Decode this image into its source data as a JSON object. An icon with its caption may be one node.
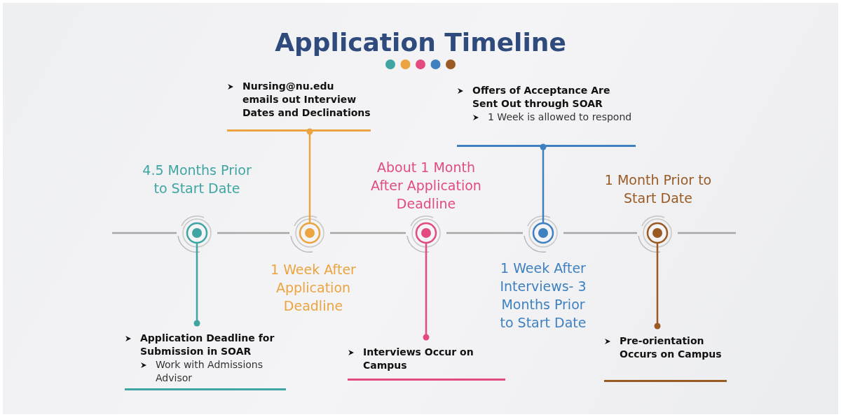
{
  "diagram": {
    "title": "Application Timeline",
    "nodes": [
      {
        "text": [],
        "shape": "circle",
        "beside": [
          "4.5 Months Prior to Start Date"
        ]
      },
      {
        "text": [
          "Application Deadline for Submission in SOAR",
          "Work with Admissions Advisor"
        ]
      },
      {
        "text": [],
        "shape": "circle",
        "beside": [
          "1 Week After Application Deadline"
        ]
      },
      {
        "text": [
          "Nursing@nu.edu emails out Interview Dates and Declinations"
        ]
      },
      {
        "text": [],
        "shape": "circle",
        "beside": [
          "About 1 Month After Application Deadline"
        ]
      },
      {
        "text": [
          "Interviews Occur on Campus"
        ]
      },
      {
        "text": [],
        "shape": "circle",
        "beside": [
          "1 Week After Interviews- 3 Months Prior to Start Date"
        ]
      },
      {
        "text": [
          "Offers of Acceptance Are Sent Out through SOAR",
          "1 Week is allowed to respond"
        ]
      },
      {
        "text": [],
        "shape": "circle",
        "beside": [
          "1 Month Prior to Start Date"
        ]
      },
      {
        "text": [
          "Pre-orientation Occurs on Campus"
        ]
      }
    ],
    "edges": [
      {
        "from": 0,
        "to": 2,
        "arrow": "none",
        "color": "#a6a6a6"
      },
      {
        "from": 2,
        "to": 4,
        "arrow": "none",
        "color": "#a6a6a6"
      },
      {
        "from": 4,
        "to": 6,
        "arrow": "none",
        "color": "#a6a6a6"
      },
      {
        "from": 6,
        "to": 8,
        "arrow": "none",
        "color": "#a6a6a6"
      },
      {
        "from": 0,
        "to": 1,
        "arrow": "other",
        "color": "#3fa5a3"
      },
      {
        "from": 2,
        "to": 3,
        "arrow": "other",
        "color": "#eba43f"
      },
      {
        "from": 4,
        "to": 5,
        "arrow": "other",
        "color": "#e24a80"
      },
      {
        "from": 6,
        "to": 7,
        "arrow": "other",
        "color": "#3f80c0"
      },
      {
        "from": 8,
        "to": 9,
        "arrow": "other",
        "color": "#9a5a24"
      }
    ]
  }
}
